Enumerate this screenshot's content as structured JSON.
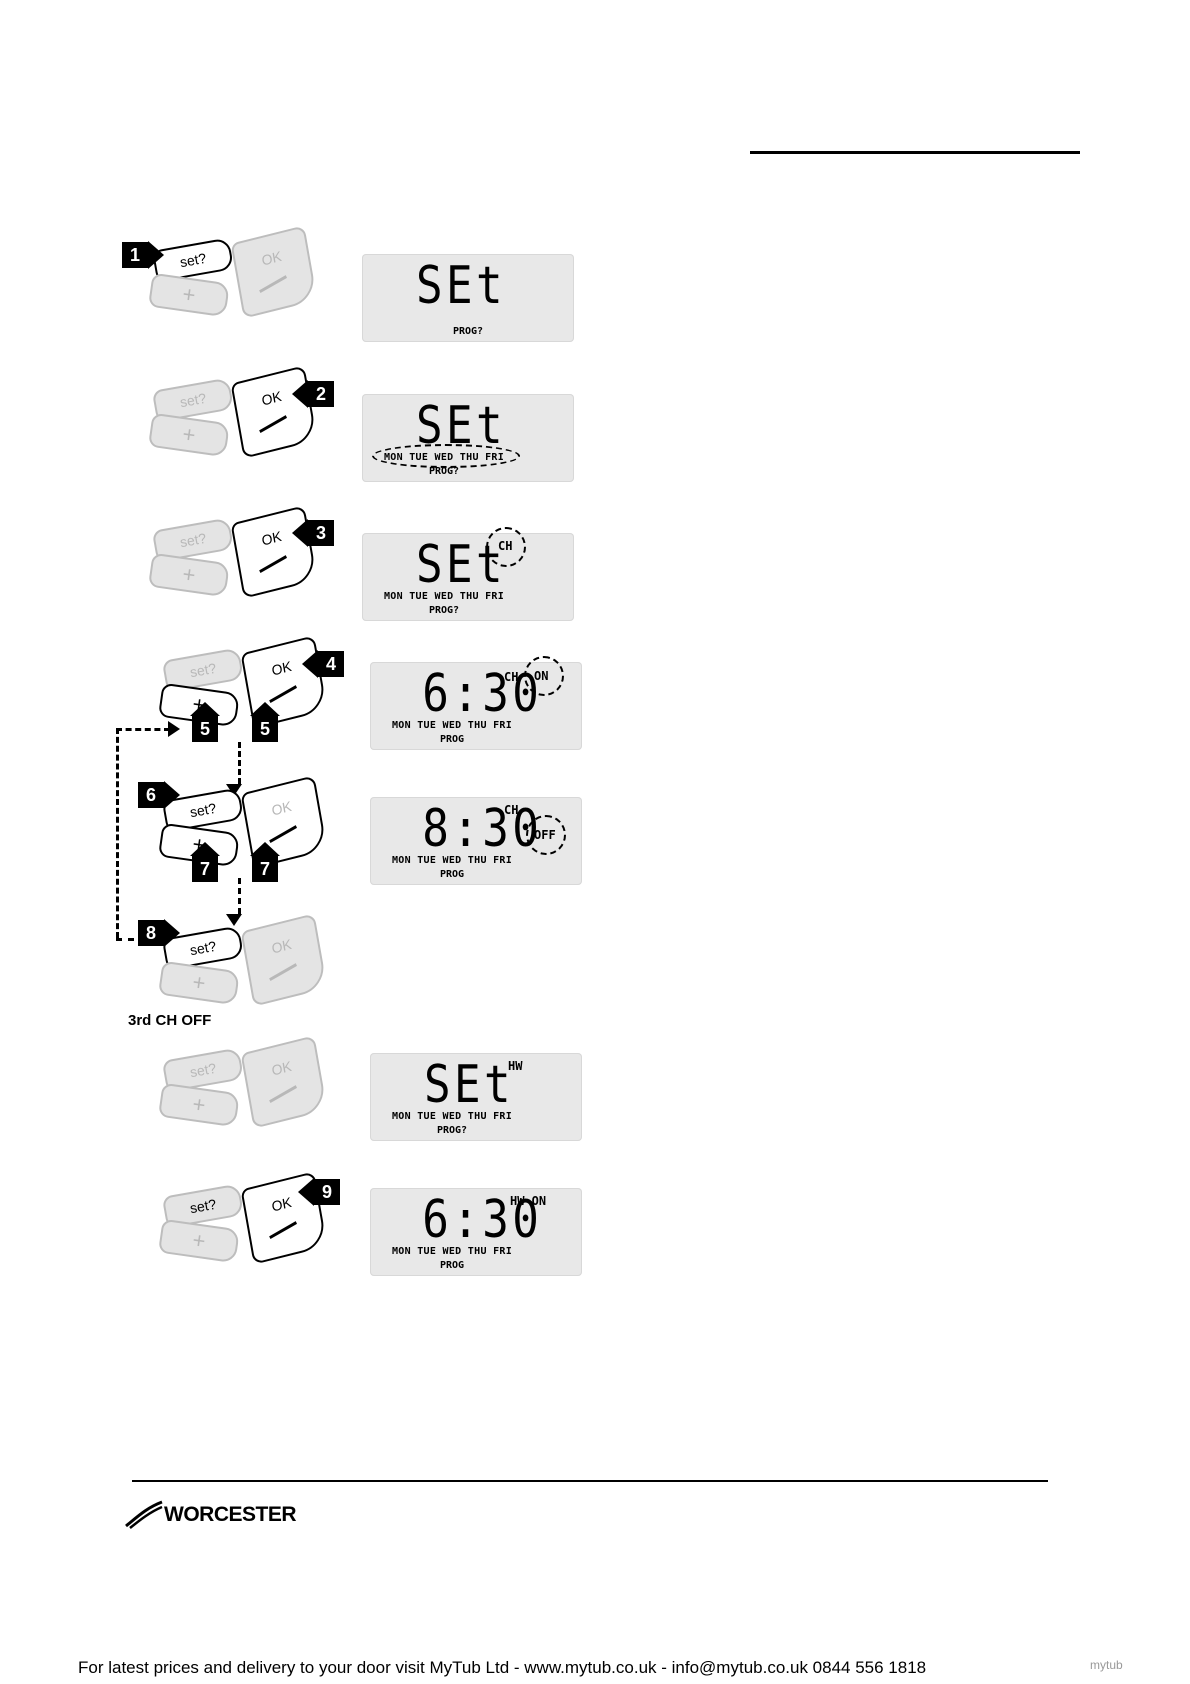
{
  "buttons": {
    "set_label": "set?",
    "ok_label": "OK",
    "plus_label": "+"
  },
  "steps": {
    "s1": "1",
    "s2": "2",
    "s3": "3",
    "s4": "4",
    "s5": "5",
    "s6": "6",
    "s7": "7",
    "s8": "8",
    "s9": "9"
  },
  "displays": {
    "d1": {
      "main": "SEt",
      "prog": "PROG?"
    },
    "d2": {
      "main": "SEt",
      "days": "MON TUE WED THU FRI",
      "prog": "PROG?"
    },
    "d3": {
      "main": "SEt",
      "tag": "CH",
      "days": "MON TUE WED THU FRI",
      "prog": "PROG?"
    },
    "d4": {
      "main": "6:30",
      "tag": "CH",
      "state": "ON",
      "days": "MON TUE WED THU FRI",
      "prog": "PROG"
    },
    "d5": {
      "main": "8:30",
      "tag": "CH",
      "state": "OFF",
      "days": "MON TUE WED THU FRI",
      "prog": "PROG"
    },
    "d6": {
      "main": "SEt",
      "tag": "HW",
      "days": "MON TUE WED THU FRI",
      "prog": "PROG?"
    },
    "d7": {
      "main": "6:30",
      "tag": "HW ON",
      "days": "MON TUE WED THU FRI",
      "prog": "PROG"
    }
  },
  "note_3rd": "3rd CH OFF",
  "brand": "WORCESTER",
  "footer": "For latest prices and delivery to your door visit MyTub Ltd - www.mytub.co.uk - info@mytub.co.uk 0844 556 1818",
  "footer_mark": "mytub"
}
